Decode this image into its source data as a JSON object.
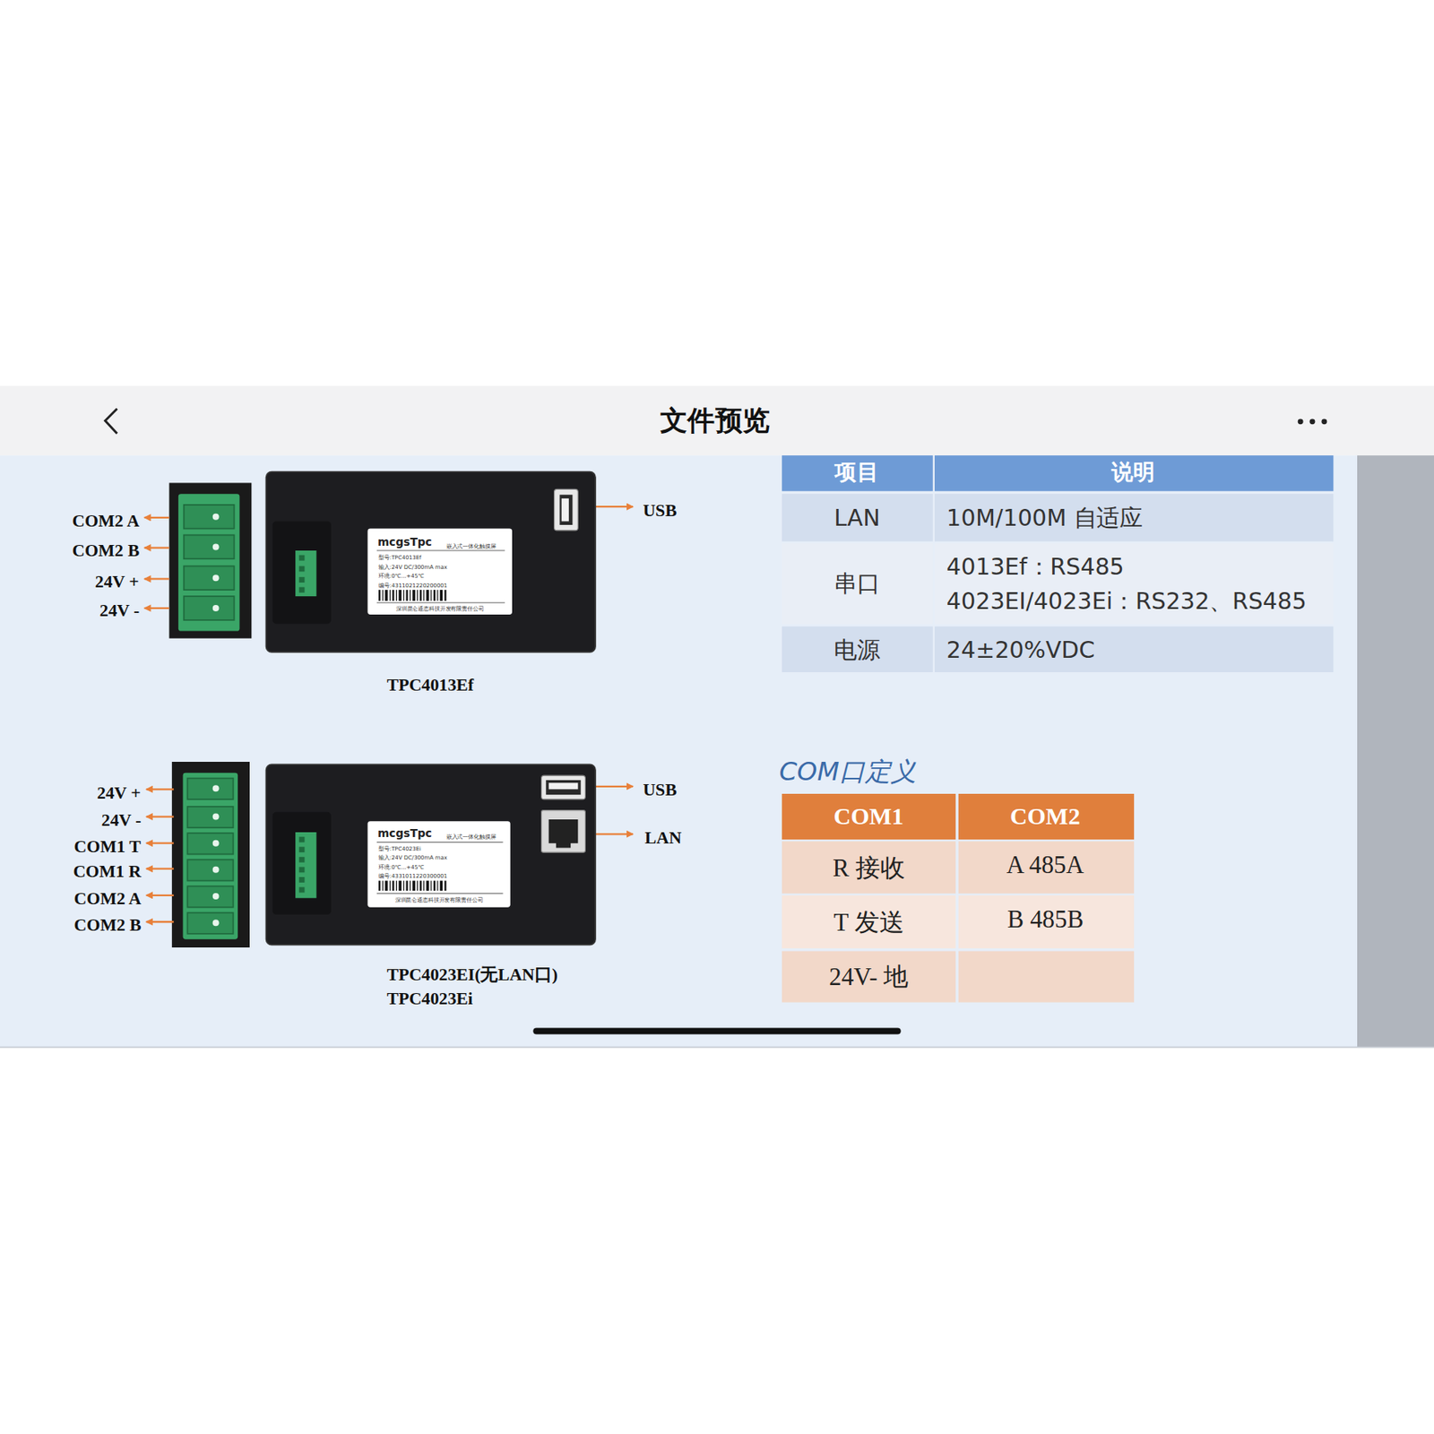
{
  "diagram": {
    "title": "文件预览",
    "labels": [
      "COM2 A",
      "COM2 B",
      "24V +",
      "24V -",
      "USB",
      "TPC4013Ef",
      "mcgsTpc",
      "嵌入式一体化触摸屏",
      "型号:TPC4013Ef",
      "输入:24V DC/300mA max",
      "环境:0℃...+45℃",
      "编号:4311021220200001",
      "深圳昆仑通态科技开发有限责任公司",
      "24V +",
      "24V -",
      "COM1 T",
      "COM1 R",
      "COM2 A",
      "COM2 B",
      "USB",
      "LAN",
      "mcgsTpc",
      "嵌入式一体化触摸屏",
      "型号:TPC4023Ei",
      "输入:24V DC/300mA max",
      "环境:0℃...+45℃",
      "编号:4331011220300001",
      "深圳昆仑通态科技开发有限责任公司",
      "TPC4023EI(无LAN口)",
      "TPC4023Ei",
      "项目",
      "说明",
      "LAN",
      "10M/100M 自适应",
      "串口",
      "4013Ef：RS485",
      "4023EI/4023Ei：RS232、RS485",
      "电源",
      "24±20%VDC",
      "COM口定义",
      "COM1",
      "COM2",
      "R 接收",
      "A 485A",
      "T 发送",
      "B 485B",
      "24V- 地"
    ]
  }
}
